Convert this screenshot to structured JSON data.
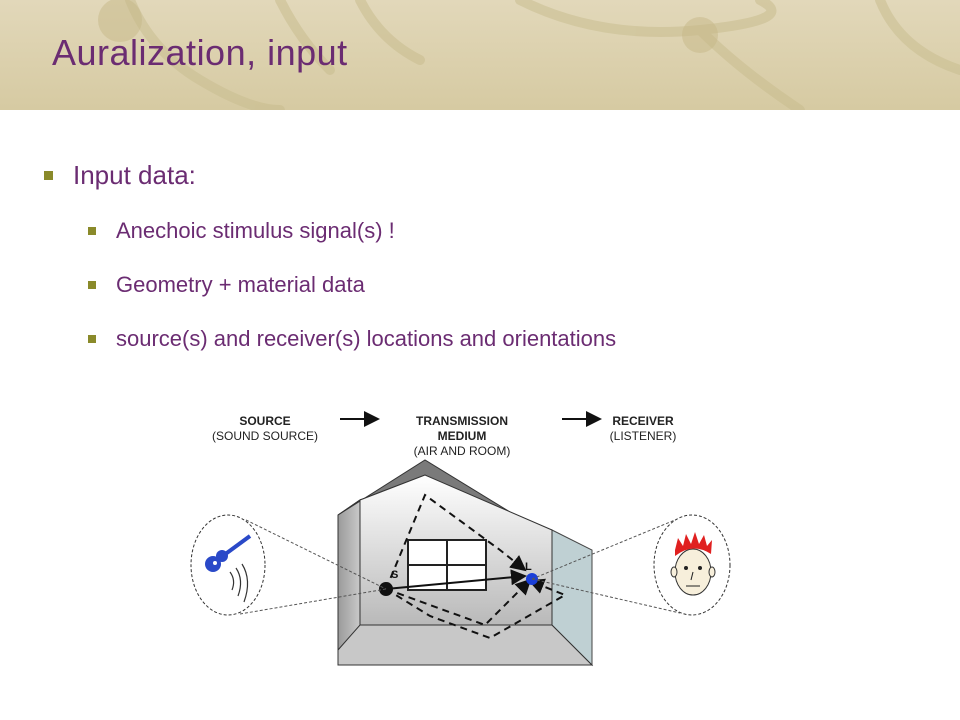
{
  "slide": {
    "title": "Auralization, input"
  },
  "bullets": {
    "main": "Input data:",
    "sub": [
      "Anechoic stimulus signal(s) !",
      "Geometry + material data",
      "source(s) and receiver(s) locations and orientations"
    ]
  },
  "diagram": {
    "source_title": "SOURCE",
    "source_sub": "(SOUND SOURCE)",
    "medium_title_1": "TRANSMISSION",
    "medium_title_2": "MEDIUM",
    "medium_sub": "(AIR AND ROOM)",
    "receiver_title": "RECEIVER",
    "receiver_sub": "(LISTENER)",
    "source_point_label": "S",
    "listener_point_label": "L"
  },
  "colors": {
    "title": "#6b2c72",
    "bullet_marker": "#8a8a2a",
    "header_bg": "#d9cfa9",
    "listener_dot": "#1a3fd8",
    "hair": "#e02020",
    "guitar": "#2a49c8"
  }
}
